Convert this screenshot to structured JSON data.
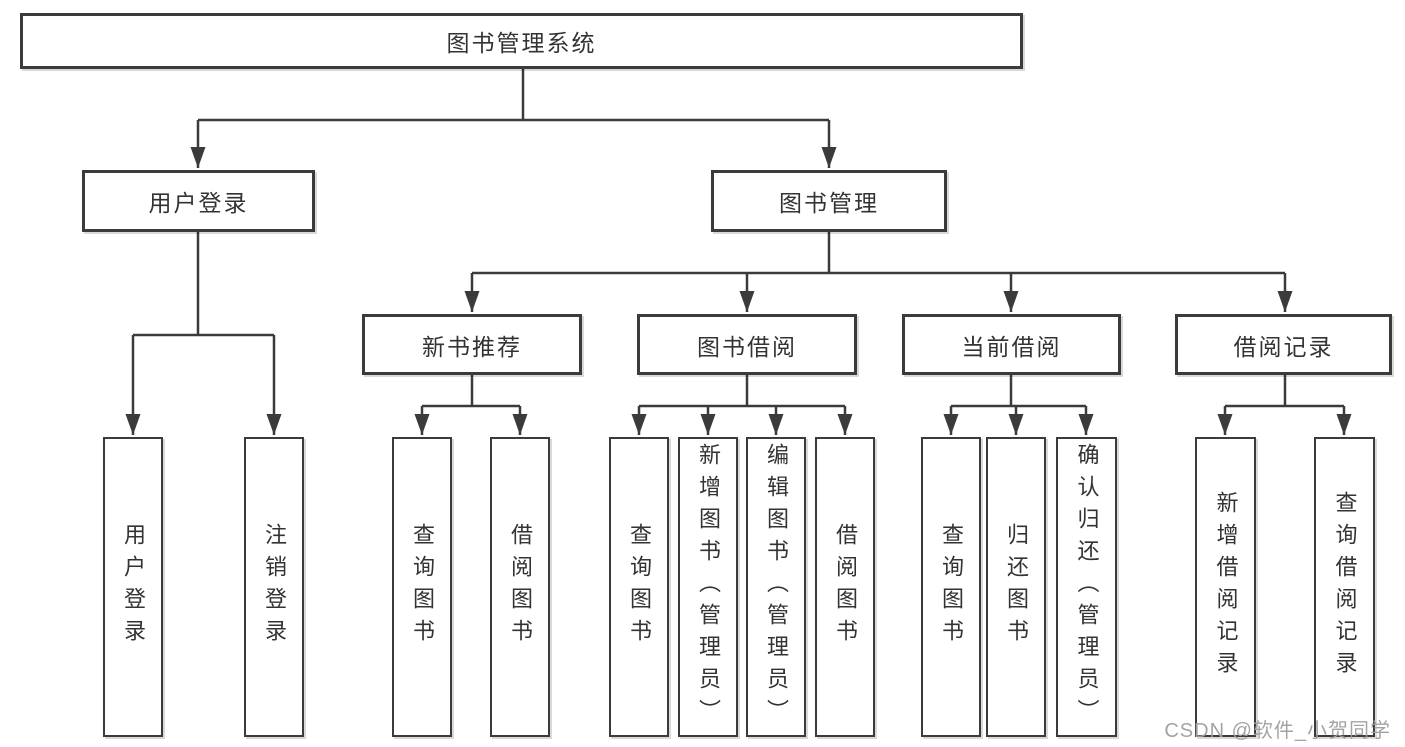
{
  "diagram": {
    "root": {
      "label": "图书管理系统"
    },
    "branches": [
      {
        "label": "用户登录",
        "children": [
          "用户登录",
          "注销登录"
        ]
      },
      {
        "label": "图书管理",
        "sections": [
          {
            "label": "新书推荐",
            "children": [
              "查询图书",
              "借阅图书"
            ]
          },
          {
            "label": "图书借阅",
            "children": [
              "查询图书",
              "新增图书（管理员）",
              "编辑图书（管理员）",
              "借阅图书"
            ]
          },
          {
            "label": "当前借阅",
            "children": [
              "查询图书",
              "归还图书",
              "确认归还（管理员）"
            ]
          },
          {
            "label": "借阅记录",
            "children": [
              "新增借阅记录",
              "查询借阅记录"
            ]
          }
        ]
      }
    ]
  },
  "watermark": "CSDN @软件_小贺同学",
  "colors": {
    "line": "#3b3b3b",
    "text": "#333333",
    "watermark": "#9e9e9e"
  }
}
